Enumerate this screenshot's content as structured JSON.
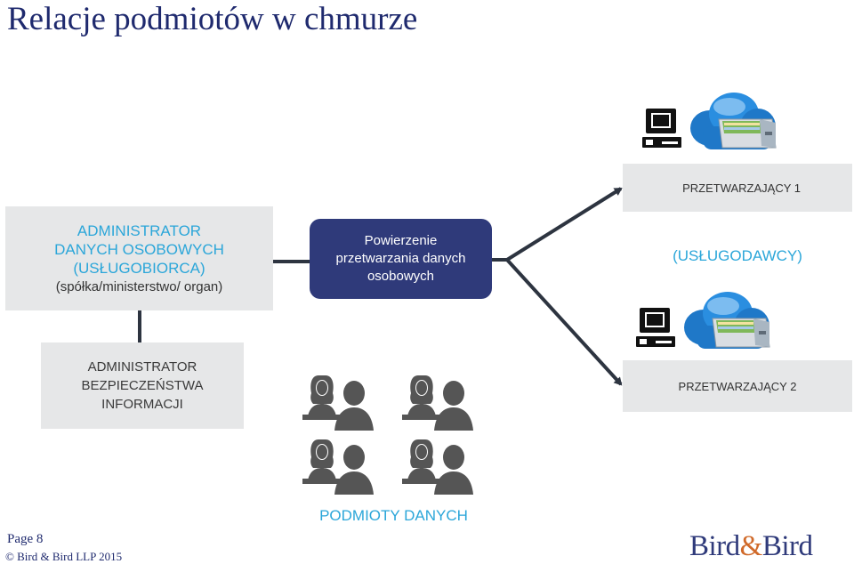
{
  "title": "Relacje podmiotów w chmurze",
  "administrator": {
    "line1": "ADMINISTRATOR",
    "line2": "DANYCH OSOBOWYCH",
    "line3": "(USŁUGOBIORCA)",
    "line4": "(spółka/ministerstwo/ organ)"
  },
  "central": {
    "line1": "Powierzenie",
    "line2": "przetwarzania danych",
    "line3": "osobowych"
  },
  "abi": {
    "line1": "ADMINISTRATOR",
    "line2": "BEZPIECZEŃSTWA",
    "line3": "INFORMACJI"
  },
  "processor1": "PRZETWARZAJĄCY 1",
  "processor2": "PRZETWARZAJĄCY 2",
  "service_providers": "(USŁUGODAWCY)",
  "data_subjects": "PODMIOTY DANYCH",
  "footer": {
    "page": "Page 8",
    "copyright": "© Bird & Bird LLP 2015"
  },
  "logo": {
    "part1": "Bird",
    "amp": "&",
    "part2": "Bird"
  },
  "colors": {
    "title": "#1f2a6e",
    "accent": "#2ba6d9",
    "central_box": "#2f3a7a",
    "box_grey": "#e6e7e8",
    "connector": "#2d3440",
    "people": "#5a5a5a",
    "logo_amp": "#d06a2a"
  },
  "icons": [
    "computer-icon",
    "cloud-drawer-icon",
    "person-female-icon",
    "person-male-icon"
  ]
}
